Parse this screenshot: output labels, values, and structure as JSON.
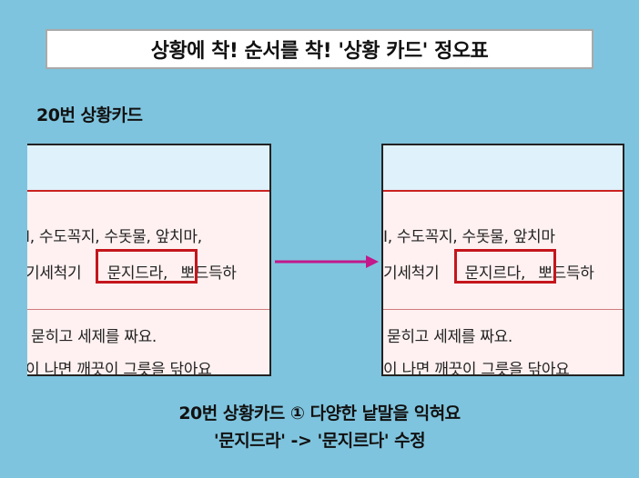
{
  "title": "상황에 착! 순서를 착! '상황 카드' 정오표",
  "subtitle": "20번 상황카드",
  "before": {
    "line1": "I, 수도꼭지, 수돗물, 앞치마,",
    "line2_pre": "기세척기",
    "line2_word": "문지드라,",
    "line2_post": "뽀드득하",
    "line3": "묻히고 세제를 짜요.",
    "line4": "이 나면 깨끗이 그릇을 닦아요"
  },
  "after": {
    "line1": "I, 수도꼭지, 수돗물, 앞치마",
    "line2_pre": "기세척기",
    "line2_word": "문지르다,",
    "line2_post": "뽀드득하",
    "line3": "묻히고 세제를 짜요.",
    "line4": "이 나면 깨끗이 그릇을 닦아요"
  },
  "caption": {
    "line1": "20번 상황카드 ① 다양한 낱말을 익혀요",
    "line2": "'문지드라' -> '문지르다' 수정"
  },
  "colors": {
    "background": "#7fc4de",
    "highlight": "#c4161c",
    "arrow": "#c2188a"
  }
}
